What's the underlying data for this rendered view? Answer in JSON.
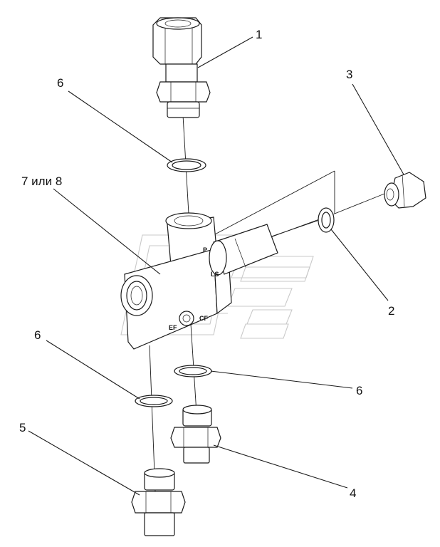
{
  "callouts": {
    "c1": "1",
    "c2": "2",
    "c3": "3",
    "c4": "4",
    "c5": "5",
    "c6a": "6",
    "c6b": "6",
    "c6c": "6",
    "c7": "7 или 8"
  },
  "port_marks": {
    "p": "P",
    "ls": "LS",
    "ef": "EF",
    "cf": "CF"
  }
}
